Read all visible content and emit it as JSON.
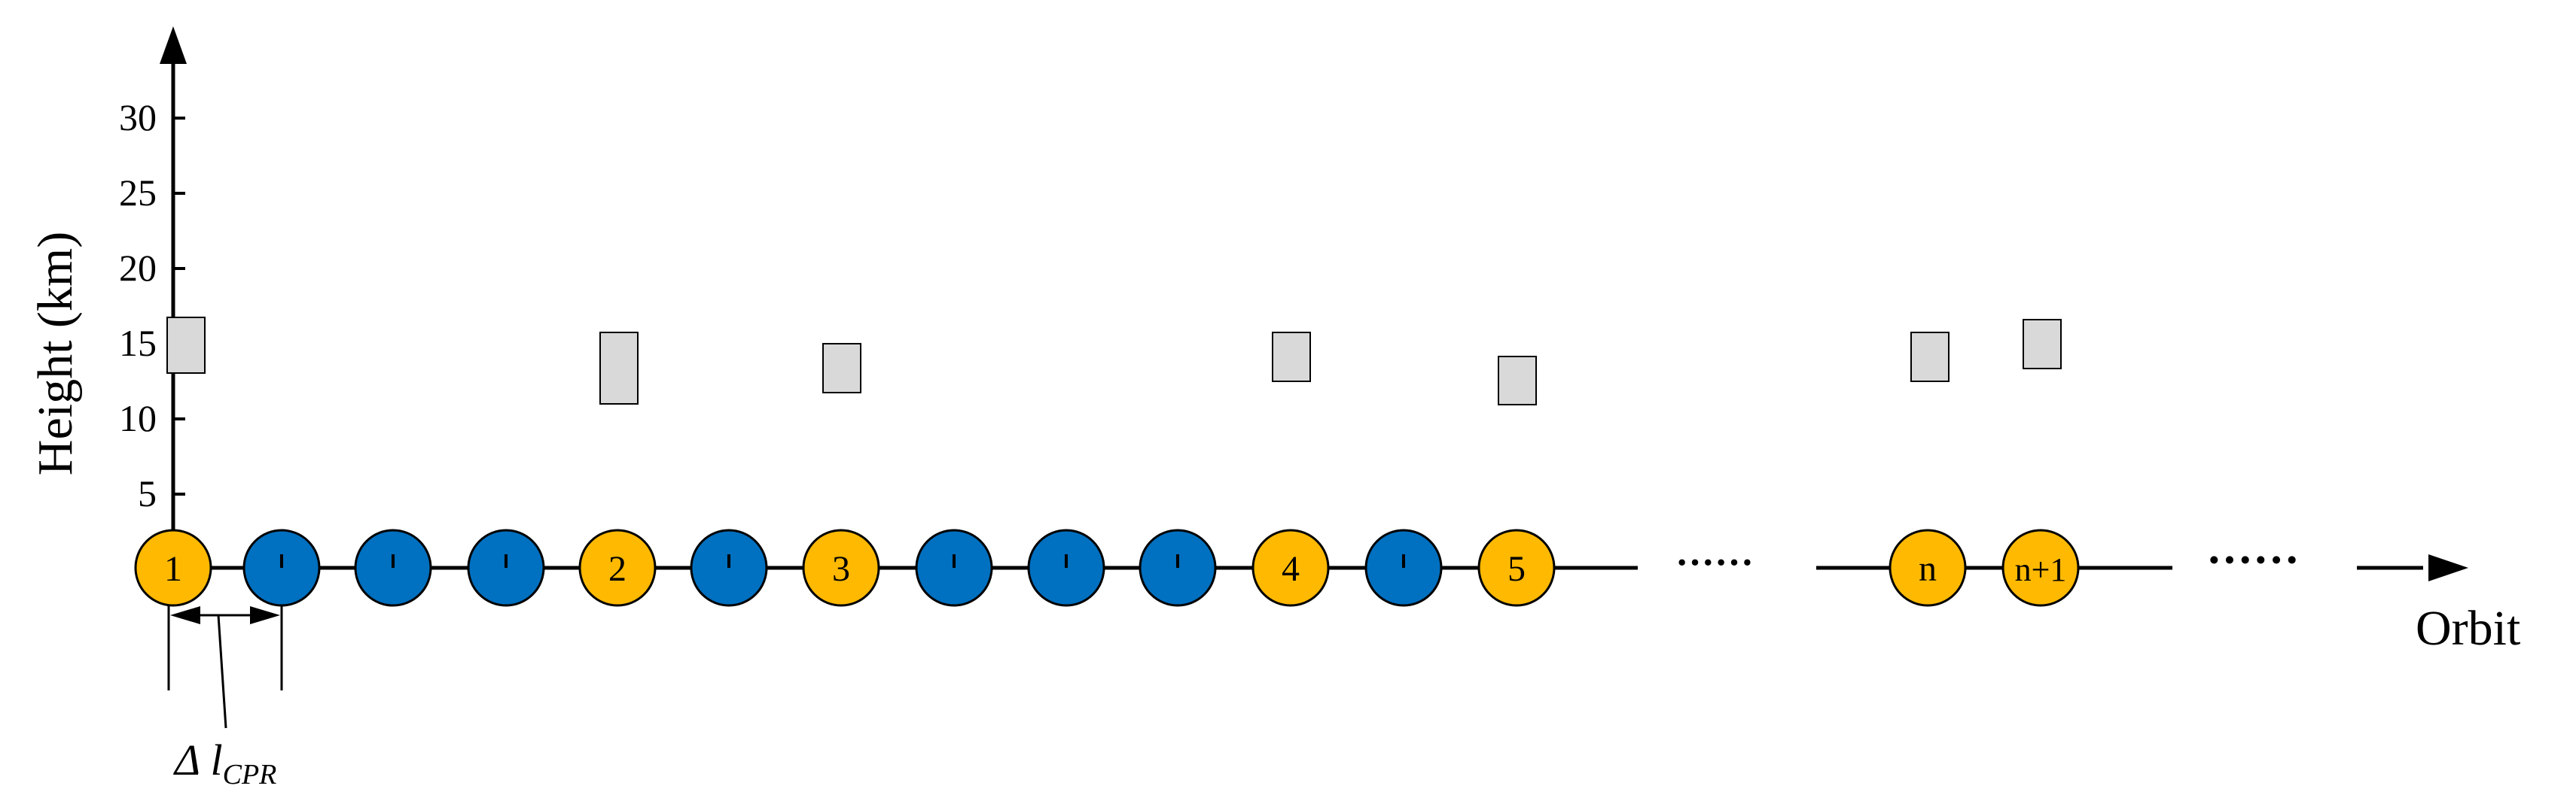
{
  "axis": {
    "y_label": "Height  (km)",
    "y_ticks": [
      "5",
      "10",
      "15",
      "20",
      "25",
      "30"
    ],
    "x_label": "Orbit"
  },
  "orbit_nodes": [
    {
      "kind": "labeled",
      "label": "1"
    },
    {
      "kind": "unlabeled",
      "label": ""
    },
    {
      "kind": "unlabeled",
      "label": ""
    },
    {
      "kind": "unlabeled",
      "label": ""
    },
    {
      "kind": "labeled",
      "label": "2"
    },
    {
      "kind": "unlabeled",
      "label": ""
    },
    {
      "kind": "labeled",
      "label": "3"
    },
    {
      "kind": "unlabeled",
      "label": ""
    },
    {
      "kind": "unlabeled",
      "label": ""
    },
    {
      "kind": "unlabeled",
      "label": ""
    },
    {
      "kind": "labeled",
      "label": "4"
    },
    {
      "kind": "unlabeled",
      "label": ""
    },
    {
      "kind": "labeled",
      "label": "5"
    },
    {
      "kind": "labeled",
      "label": "n"
    },
    {
      "kind": "labeled",
      "label": "n+1"
    }
  ],
  "ellipsis": [
    "······",
    "······"
  ],
  "spacing_label": {
    "prefix": "Δ l",
    "subscript": "CPR"
  },
  "colors": {
    "labeled_fill": "#FFB901",
    "unlabeled_fill": "#0070C0",
    "box_fill": "#D9D9D9",
    "line": "#000000"
  }
}
